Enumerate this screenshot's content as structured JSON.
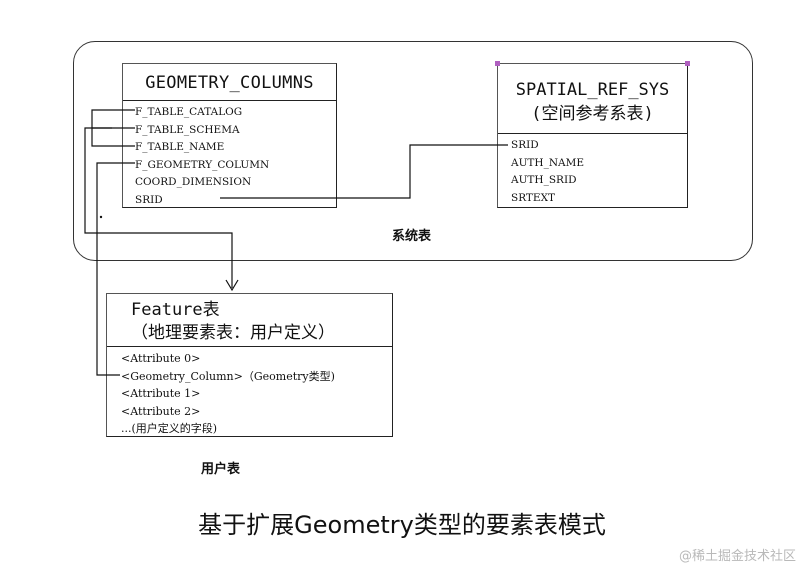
{
  "geometry_columns": {
    "title": "GEOMETRY_COLUMNS",
    "fields": [
      "F_TABLE_CATALOG",
      "F_TABLE_SCHEMA",
      "F_TABLE_NAME",
      "F_GEOMETRY_COLUMN",
      "COORD_DIMENSION",
      "SRID"
    ]
  },
  "spatial_ref_sys": {
    "title_line1": "SPATIAL_REF_SYS",
    "title_line2": "(空间参考系表)",
    "fields": [
      "SRID",
      "AUTH_NAME",
      "AUTH_SRID",
      "SRTEXT"
    ]
  },
  "feature_table": {
    "title_line1": "Feature表",
    "title_line2": "（地理要素表：用户定义）",
    "fields": [
      "<Attribute 0>",
      "<Geometry_Column>（Geometry类型)",
      "<Attribute 1>",
      "<Attribute 2>",
      "...(用户定义的字段)"
    ]
  },
  "labels": {
    "system_tables": "系统表",
    "user_table": "用户表"
  },
  "caption": "基于扩展Geometry类型的要素表模式",
  "watermark": "@稀土掘金技术社区",
  "colors": {
    "line": "#111111",
    "corner_marker": "#b060c0",
    "watermark": "#b9b9b9"
  }
}
